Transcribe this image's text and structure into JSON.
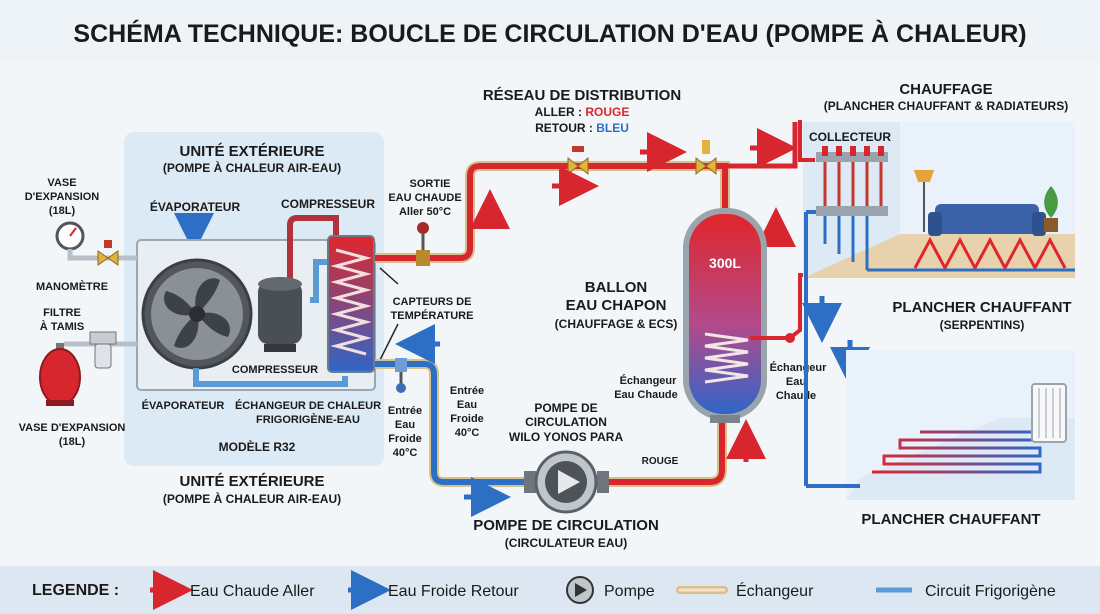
{
  "title": "SCHÉMA TECHNIQUE: BOUCLE DE CIRCULATION D'EAU (POMPE À CHALEUR)",
  "outdoor_unit": {
    "title": "UNITÉ EXTÉRIEURE",
    "subtitle": "(POMPE À CHALEUR AIR-EAU)",
    "evaporator_top": "ÉVAPORATEUR",
    "compressor_top": "COMPRESSEUR",
    "compressor_bottom": "COMPRESSEUR",
    "evaporator_bottom": "ÉVAPORATEUR",
    "exchanger_l1": "ÉCHANGEUR DE CHALEUR",
    "exchanger_l2": "FRIGORIGÈNE-EAU",
    "model": "MODÈLE R32",
    "title_below": "UNITÉ EXTÉRIEURE",
    "subtitle_below": "(POMPE À CHALEUR AIR-EAU)"
  },
  "expansion_top": {
    "l1": "VASE",
    "l2": "D'EXPANSION",
    "l3": "(18L)"
  },
  "manometer": "MANOMÈTRE",
  "filter": {
    "l1": "FILTRE",
    "l2": "À TAMIS"
  },
  "expansion_bottom": {
    "l1": "VASE D'EXPANSION",
    "l2": "(18L)"
  },
  "outlet": {
    "l1": "SORTIE",
    "l2": "EAU CHAUDE",
    "l3": "Aller 50°C"
  },
  "sensors": {
    "l1": "CAPTEURS DE",
    "l2": "TEMPÉRATURE"
  },
  "inlet_left": {
    "l1": "Entrée",
    "l2": "Eau",
    "l3": "Froide",
    "l4": "40°C"
  },
  "inlet_right": {
    "l1": "Entrée",
    "l2": "Eau",
    "l3": "Froide",
    "l4": "40°C"
  },
  "network": {
    "title": "RÉSEAU DE DISTRIBUTION",
    "aller_prefix": "ALLER : ",
    "aller_value": "ROUGE",
    "retour_prefix": "RETOUR : ",
    "retour_value": "BLEU"
  },
  "tank": {
    "label_l1": "BALLON",
    "label_l2": "EAU CHAPON",
    "label_l3": "(CHAUFFAGE & ECS)",
    "volume": "300L",
    "exch_left_l1": "Échangeur",
    "exch_left_l2": "Eau Chaude",
    "exch_right_l1": "Échangeur",
    "exch_right_l2": "Eau",
    "exch_right_l3": "Chaude"
  },
  "pump": {
    "title_l1": "POMPE DE",
    "title_l2": "CIRCULATION",
    "model": "WILO YONOS PARA",
    "rouge": "ROUGE",
    "bottom_l1": "POMPE DE CIRCULATION",
    "bottom_l2": "(CIRCULATEUR EAU)"
  },
  "heating": {
    "title": "CHAUFFAGE",
    "subtitle": "(PLANCHER CHAUFFANT & RADIATEURS)",
    "collector": "COLLECTEUR",
    "floor1_l1": "PLANCHER CHAUFFANT",
    "floor1_l2": "(SERPENTINS)",
    "floor2": "PLANCHER CHAUFFANT"
  },
  "legend": {
    "title": "LEGENDE :",
    "hot": "Eau Chaude Aller",
    "cold": "Eau Froide Retour",
    "pump": "Pompe",
    "exchanger": "Échangeur",
    "refrigerant": "Circuit Frigorigène"
  },
  "colors": {
    "hot": "#d7262e",
    "cold": "#2d6fc4",
    "pipe_outline": "#d9c08a",
    "refrigerant": "#5b9bd5",
    "panel": "#dceaf6",
    "room": "#e9f2fb"
  }
}
